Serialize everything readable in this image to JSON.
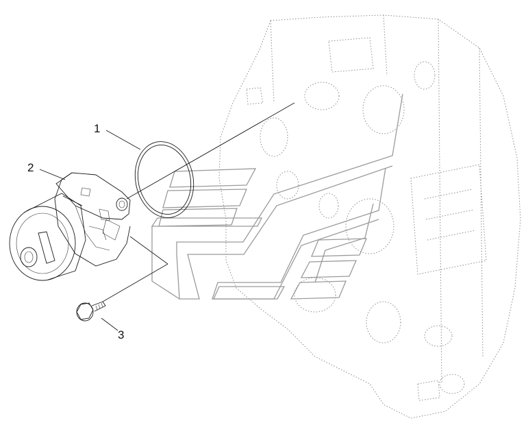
{
  "diagram": {
    "callouts": [
      {
        "id": "1",
        "label": "1"
      },
      {
        "id": "2",
        "label": "2"
      },
      {
        "id": "3",
        "label": "3"
      }
    ],
    "colors": {
      "line": "#1a1a1a",
      "dotted_housing": "#8a8a8a",
      "watermark": "#9a9a9a",
      "background": "#ffffff"
    },
    "icons": {
      "watermark": "winged-chevron-logo"
    }
  }
}
